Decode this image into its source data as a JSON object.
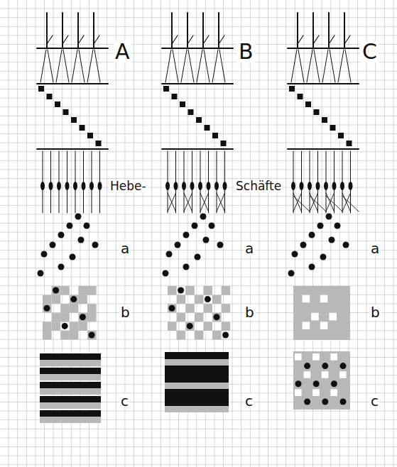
{
  "diagram": {
    "labels": [
      "A",
      "B",
      "C",
      "Hebe-",
      "Schäfte",
      "a",
      "a",
      "a",
      "b",
      "b",
      "b",
      "c",
      "c",
      "c"
    ]
  }
}
